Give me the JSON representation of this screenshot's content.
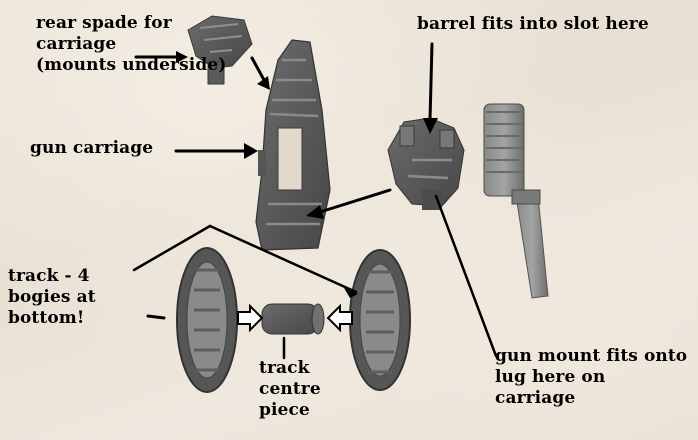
{
  "labels": {
    "rear_spade": "rear spade for\ncarriage\n(mounts underside)",
    "barrel_slot": "barrel fits into slot here",
    "gun_carriage": "gun carriage",
    "track": "track - 4\nbogies at\nbottom!",
    "track_centre": "track\ncentre\npiece",
    "gun_mount": "gun mount fits onto\nlug here on\ncarriage"
  }
}
